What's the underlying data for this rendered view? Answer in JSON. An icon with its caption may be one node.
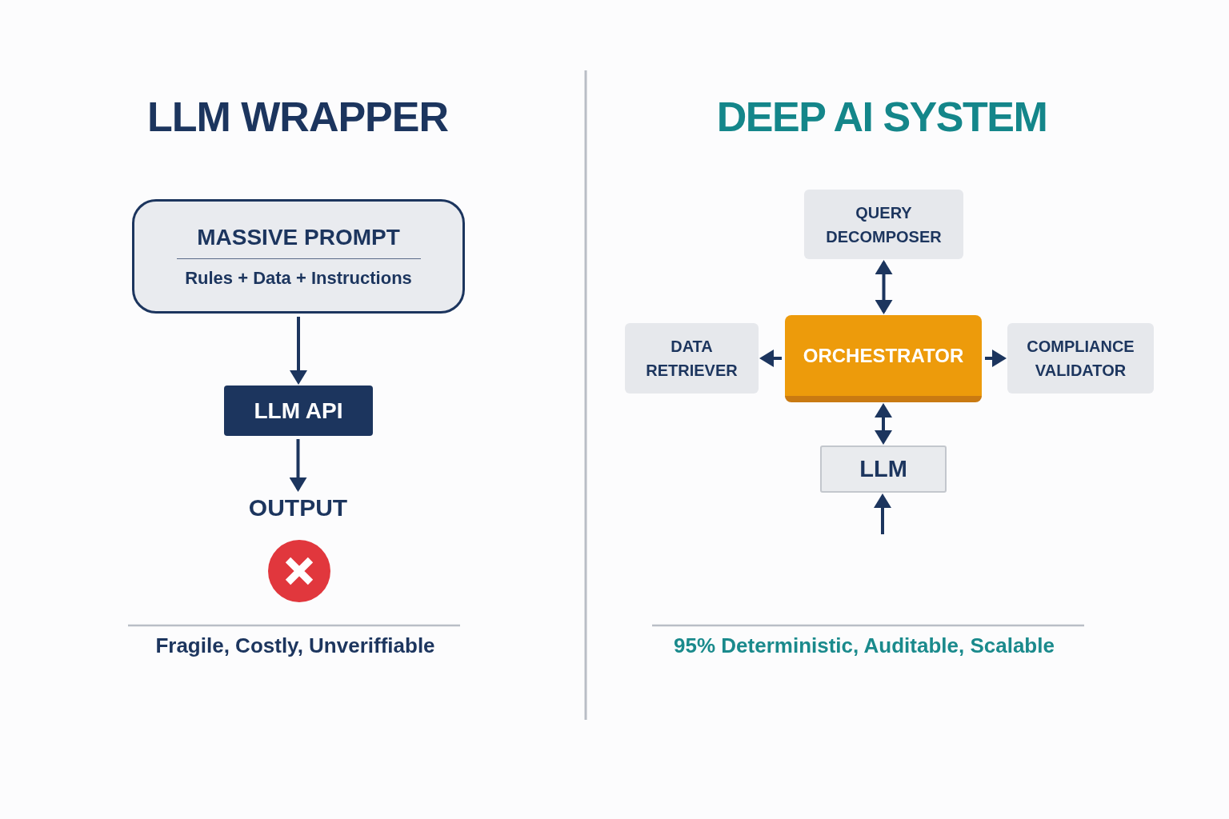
{
  "diagram": {
    "nodes": [
      {
        "text": [
          "MASSIVE PROMPT",
          "Rules + Data + Instructions"
        ]
      },
      {
        "text": [
          "LLM API"
        ]
      },
      {
        "text": [
          "OUTPUT"
        ]
      },
      {
        "text": [
          "QUERY DECOMPOSER"
        ]
      },
      {
        "text": [
          "DATA RETRIEVER"
        ]
      },
      {
        "text": [
          "ORCHESTRATOR"
        ]
      },
      {
        "text": [
          "COMPLIANCE VALIDATOR"
        ]
      },
      {
        "text": [
          "LLM"
        ]
      }
    ],
    "edges": [
      {
        "from": 0,
        "to": 1,
        "arrow": "to"
      },
      {
        "from": 1,
        "to": 2,
        "arrow": "to"
      },
      {
        "from": 5,
        "to": 3,
        "arrow": "both"
      },
      {
        "from": 5,
        "to": 4,
        "arrow": "to"
      },
      {
        "from": 5,
        "to": 6,
        "arrow": "to"
      },
      {
        "from": 5,
        "to": 7,
        "arrow": "both"
      },
      {
        "from": null,
        "to": 7,
        "arrow": "to"
      }
    ],
    "labels": [
      "LLM WRAPPER",
      "DEEP AI SYSTEM",
      "Fragile, Costly, Unveriffiable",
      "95% Deterministic, Auditable, Scalable"
    ]
  }
}
